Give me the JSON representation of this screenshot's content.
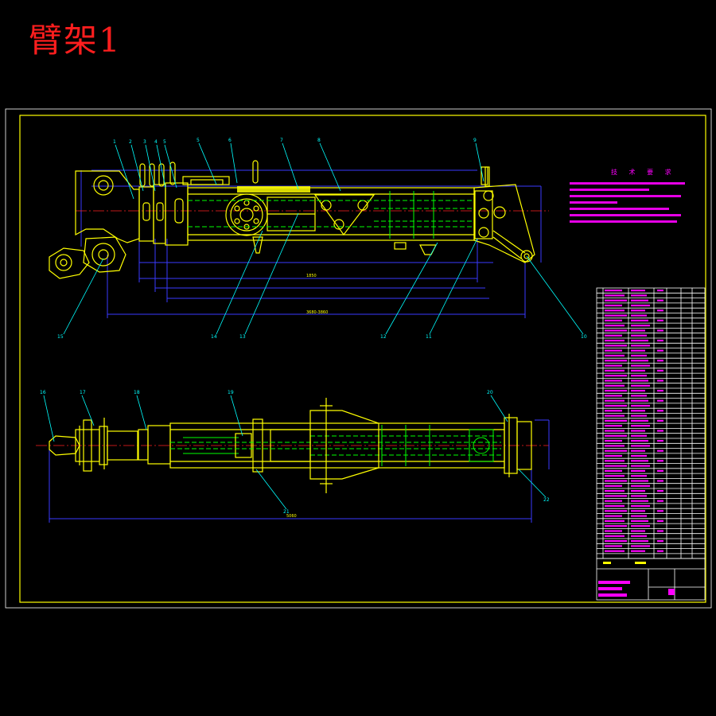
{
  "title": "臂架1",
  "tech_requirements": {
    "heading": "技 术 要 求"
  },
  "colors": {
    "background": "#000000",
    "frame": "#ffff00",
    "title": "#ff1e1e",
    "leader": "#00ffff",
    "dimension": "#3a3aff",
    "hidden": "#00ff00",
    "centerline": "#ff2020",
    "notes": "#ff00ff"
  },
  "icons": [
    "crane-boom-elevation-view",
    "crane-boom-plan-view",
    "parts-list-table",
    "title-block"
  ]
}
